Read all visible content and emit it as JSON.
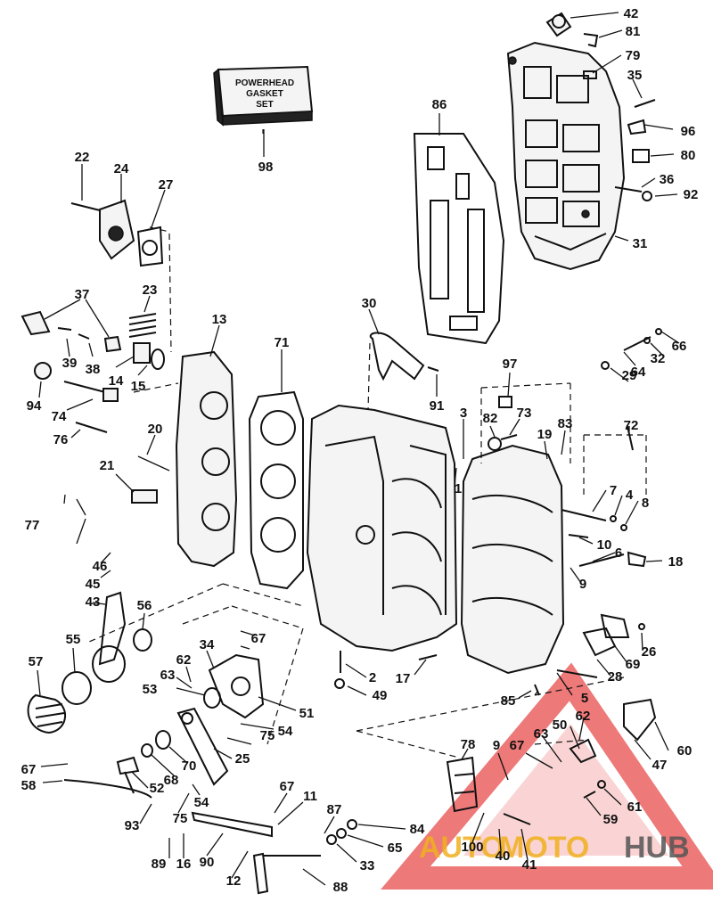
{
  "gasket_set_box": {
    "line1": "POWERHEAD",
    "line2": "GASKET",
    "line3": "SET"
  },
  "watermark": {
    "auto": "AUTO",
    "moto": "MOTO",
    "hub": "HUB",
    "colors": {
      "triangle": "#e74c4c",
      "auto": "#f0b020",
      "moto": "#f0b020",
      "hub": "#555555"
    }
  },
  "callouts": [
    "42",
    "81",
    "79",
    "35",
    "96",
    "80",
    "36",
    "92",
    "31",
    "86",
    "98",
    "22",
    "24",
    "27",
    "23",
    "37",
    "39",
    "38",
    "14",
    "15",
    "94",
    "74",
    "76",
    "13",
    "20",
    "21",
    "71",
    "30",
    "91",
    "97",
    "3",
    "82",
    "73",
    "83",
    "19",
    "1",
    "72",
    "66",
    "32",
    "64",
    "29",
    "77",
    "46",
    "45",
    "43",
    "56",
    "55",
    "57",
    "34",
    "62",
    "63",
    "67",
    "53",
    "51",
    "54",
    "75",
    "25",
    "70",
    "68",
    "52",
    "67",
    "58",
    "93",
    "75",
    "54",
    "89",
    "16",
    "90",
    "12",
    "67",
    "11",
    "87",
    "88",
    "84",
    "65",
    "33",
    "2",
    "49",
    "17",
    "7",
    "4",
    "8",
    "10",
    "6",
    "18",
    "9",
    "69",
    "26",
    "28",
    "5",
    "85",
    "78",
    "9",
    "67",
    "63",
    "50",
    "62",
    "47",
    "60",
    "59",
    "61",
    "100",
    "40",
    "41"
  ]
}
